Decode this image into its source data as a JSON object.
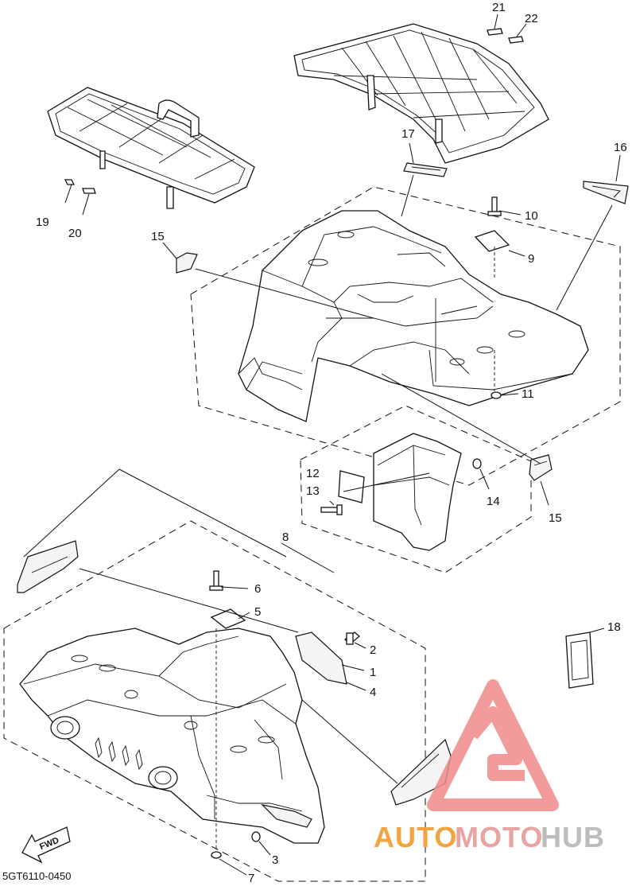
{
  "diagram": {
    "document_code": "5GT6110-0450",
    "fwd_label": "FWD",
    "callouts": [
      "1",
      "2",
      "3",
      "4",
      "5",
      "6",
      "7",
      "8",
      "9",
      "10",
      "11",
      "12",
      "13",
      "14",
      "15",
      "15",
      "16",
      "17",
      "18",
      "19",
      "20",
      "21",
      "22"
    ]
  },
  "watermark": {
    "word_a": "AUTO",
    "word_b": "MOTO",
    "word_c": "HUB",
    "color_a": "#f4a340",
    "color_b": "#e8a3a3",
    "color_c": "#c9c9c9",
    "logo_color": "#f08a8a"
  }
}
